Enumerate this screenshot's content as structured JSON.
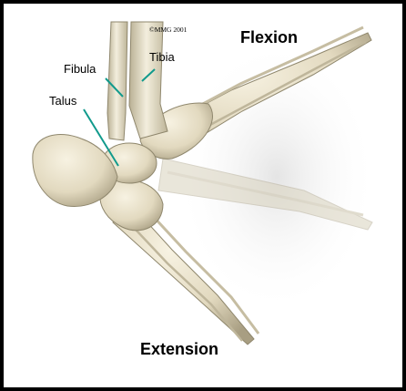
{
  "copyright": "©MMG 2001",
  "titles": {
    "flexion": "Flexion",
    "extension": "Extension"
  },
  "labels": {
    "fibula": "Fibula",
    "tibia": "Tibia",
    "talus": "Talus"
  },
  "colors": {
    "bone": "#e8e0c8",
    "bone_shadow": "#b7ad8f",
    "pointer": "#119a8c",
    "frame": "#000000"
  }
}
